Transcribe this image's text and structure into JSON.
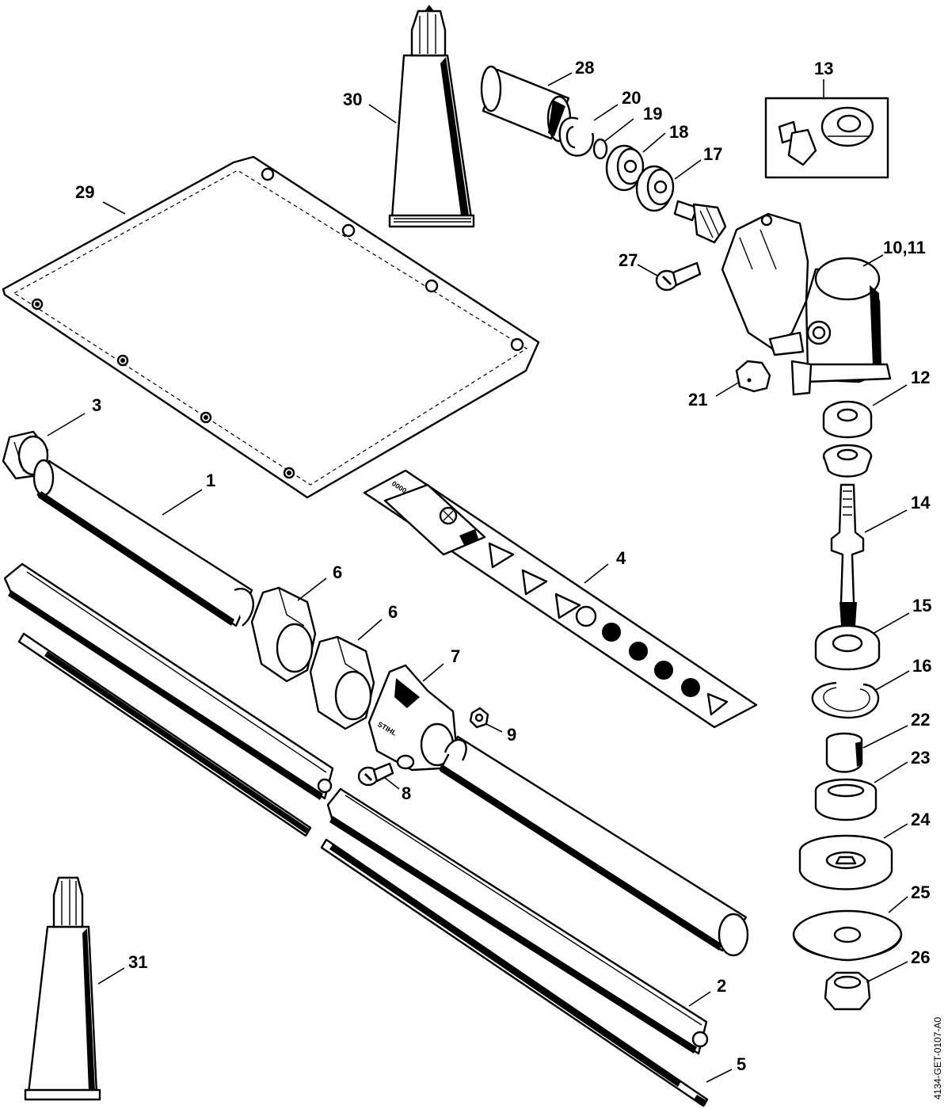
{
  "labels": {
    "p1": "1",
    "p2": "2",
    "p3": "3",
    "p4": "4",
    "p5": "5",
    "p6a": "6",
    "p6b": "6",
    "p7": "7",
    "p8": "8",
    "p9": "9",
    "p10_11": "10,11",
    "p12": "12",
    "p13": "13",
    "p14": "14",
    "p15": "15",
    "p16": "16",
    "p17": "17",
    "p18": "18",
    "p19": "19",
    "p20": "20",
    "p21": "21",
    "p22": "22",
    "p23": "23",
    "p24": "24",
    "p25": "25",
    "p26": "26",
    "p27": "27",
    "p28": "28",
    "p29": "29",
    "p30": "30",
    "p31": "31"
  },
  "drawing_code": "4134-GET-0107-A0",
  "clamp_brand": "STIHL"
}
